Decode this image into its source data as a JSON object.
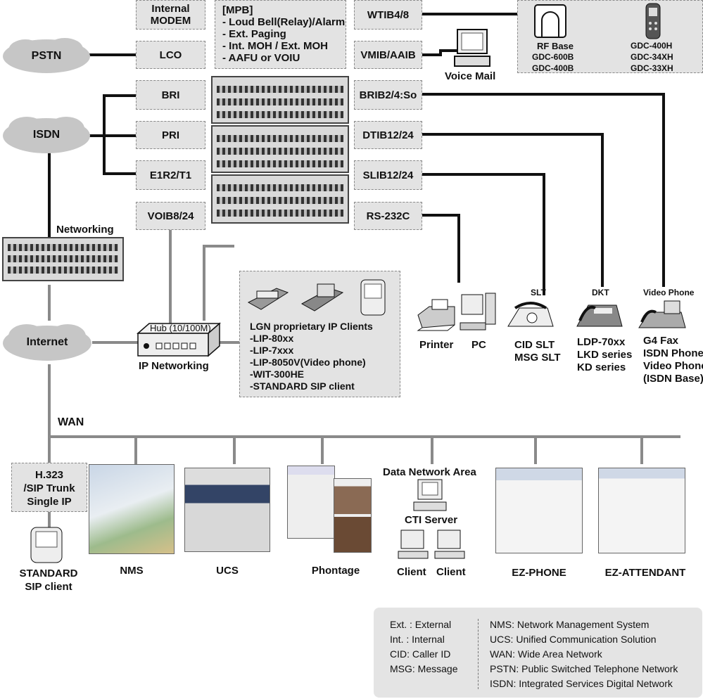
{
  "boxes": {
    "internal_modem": "Internal\nMODEM",
    "mpb": [
      "[MPB]",
      "- Loud Bell(Relay)/Alarm",
      "- Ext. Paging",
      "- Int. MOH / Ext. MOH",
      "- AAFU or VOIU"
    ],
    "lco": "LCO",
    "bri": "BRI",
    "pri": "PRI",
    "e1r2": "E1R2/T1",
    "voib": "VOIB8/24",
    "wtib": "WTIB4/8",
    "vmib": "VMIB/AAIB",
    "brib": "BRIB2/4:So",
    "dtib": "DTIB12/24",
    "slib": "SLIB12/24",
    "rs232": "RS-232C",
    "h323": [
      "H.323",
      "/SIP Trunk",
      "Single IP"
    ]
  },
  "clouds": {
    "pstn": "PSTN",
    "isdn": "ISDN",
    "internet": "Internet"
  },
  "rf": {
    "base_label": "RF Base",
    "base_models": [
      "GDC-600B",
      "GDC-400B"
    ],
    "handset_models": [
      "GDC-400H",
      "GDC-34XH",
      "GDC-33XH"
    ]
  },
  "labels": {
    "voice_mail": "Voice Mail",
    "networking": "Networking",
    "hub": "Hub (10/100M)",
    "ip_networking": "IP Networking",
    "wan": "WAN",
    "slt_title": "SLT",
    "dkt_title": "DKT",
    "video_title": "Video Phone",
    "printer": "Printer",
    "pc": "PC",
    "slt_models": [
      "CID SLT",
      "MSG SLT"
    ],
    "dkt_models": [
      "LDP-70xx",
      "LKD series",
      "KD series"
    ],
    "video_models": [
      "G4 Fax",
      "ISDN Phone",
      "Video Phone",
      "(ISDN Base)"
    ],
    "ip_clients": [
      "LGN proprietary IP Clients",
      "-LIP-80xx",
      "-LIP-7xxx",
      "-LIP-8050V(Video phone)",
      "-WIT-300HE",
      "-STANDARD SIP client"
    ],
    "data_network_area": "Data Network Area",
    "cti_server": "CTI Server",
    "client1": "Client",
    "client2": "Client",
    "standard_sip": [
      "STANDARD",
      "SIP client"
    ],
    "nms": "NMS",
    "ucs": "UCS",
    "phontage": "Phontage",
    "ez_phone": "EZ-PHONE",
    "ez_attendant": "EZ-ATTENDANT"
  },
  "legend": {
    "left": [
      "Ext. : External",
      "Int. : Internal",
      "CID: Caller ID",
      "MSG: Message"
    ],
    "right": [
      "NMS: Network Management System",
      "UCS: Unified Communication Solution",
      "WAN: Wide Area Network",
      "PSTN: Public Switched Telephone Network",
      "ISDN: Integrated Services Digital Network"
    ]
  }
}
